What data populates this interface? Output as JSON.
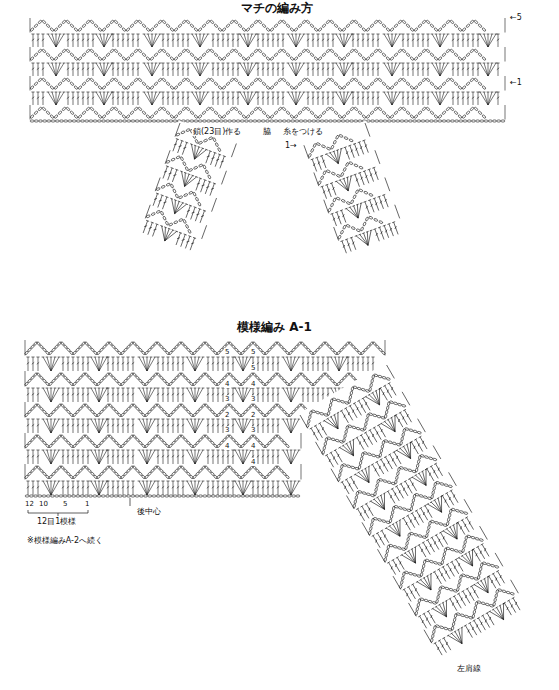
{
  "diagram": {
    "labels": [
      "マチの編み方",
      "←5",
      "←1",
      "鎖(23目)作る",
      "脇",
      "糸をつける",
      "1→",
      "模様編み A-1",
      "5",
      "5",
      "5",
      "4",
      "4",
      "3",
      "3",
      "2",
      "2",
      "3",
      "3",
      "4",
      "4",
      "4",
      "12",
      "10",
      "5",
      "1",
      "12目1模様",
      "後中心",
      "※模様編みA-2へ続く",
      "左肩線"
    ]
  }
}
